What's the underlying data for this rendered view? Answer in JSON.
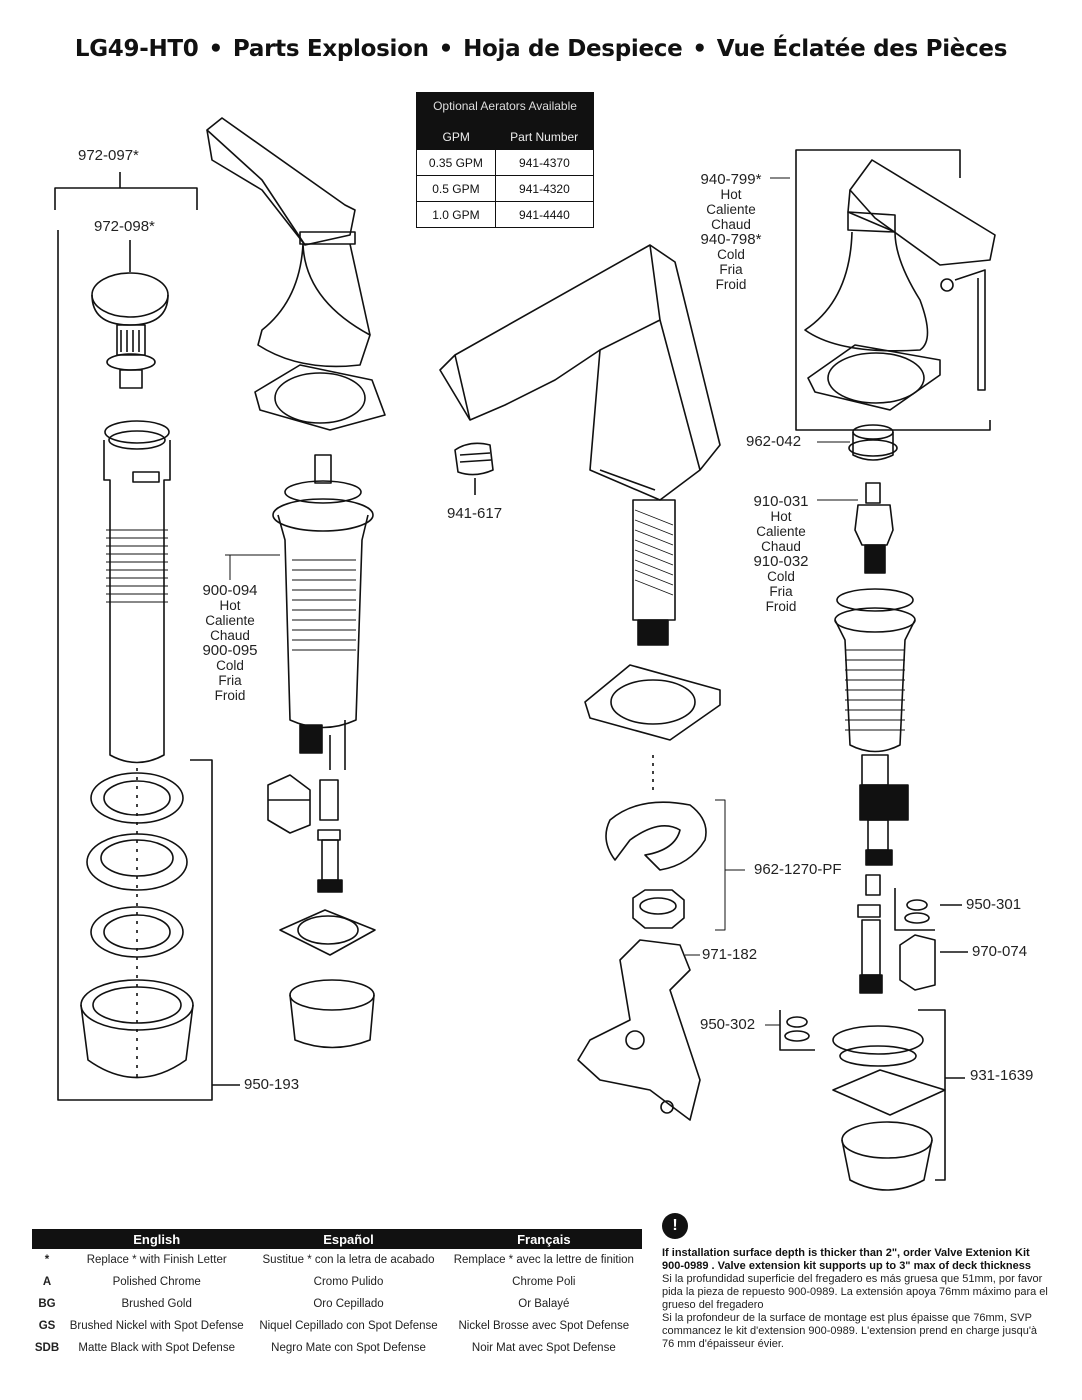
{
  "header": {
    "model": "LG49-HT0",
    "t1": "Parts Explosion",
    "t2": "Hoja de Despiece",
    "t3": "Vue Éclatée des Pièces"
  },
  "aerators": {
    "caption": "Optional Aerators Available",
    "col1": "GPM",
    "col2": "Part Number",
    "rows": [
      {
        "gpm": "0.35 GPM",
        "part": "941-4370"
      },
      {
        "gpm": "0.5 GPM",
        "part": "941-4320"
      },
      {
        "gpm": "1.0 GPM",
        "part": "941-4440"
      }
    ]
  },
  "callouts": {
    "p972_097": "972-097*",
    "p972_098": "972-098*",
    "p940_799": "940-799*",
    "p940_798": "940-798*",
    "p962_042": "962-042",
    "p910_031": "910-031",
    "p910_032": "910-032",
    "p941_617": "941-617",
    "p900_094": "900-094",
    "p900_095": "900-095",
    "p962_1270": "962-1270-PF",
    "p950_301": "950-301",
    "p970_074": "970-074",
    "p971_182": "971-182",
    "p950_302": "950-302",
    "p931_1639": "931-1639",
    "p950_193": "950-193",
    "hot": "Hot",
    "caliente": "Caliente",
    "chaud": "Chaud",
    "cold": "Cold",
    "fria": "Fria",
    "froid": "Froid"
  },
  "legend": {
    "headers": [
      "English",
      "Español",
      "Français"
    ],
    "rows": [
      {
        "code": "*",
        "en": "Replace * with Finish Letter",
        "es": "Sustitue * con la letra de acabado",
        "fr": "Remplace * avec la lettre de finition"
      },
      {
        "code": "A",
        "en": "Polished Chrome",
        "es": "Cromo Pulido",
        "fr": "Chrome Poli"
      },
      {
        "code": "BG",
        "en": "Brushed Gold",
        "es": "Oro Cepillado",
        "fr": "Or Balayé"
      },
      {
        "code": "GS",
        "en": "Brushed Nickel with Spot Defense",
        "es": "Niquel Cepillado con Spot Defense",
        "fr": "Nickel Brosse avec Spot Defense"
      },
      {
        "code": "SDB",
        "en": "Matte Black with Spot Defense",
        "es": "Negro Mate con Spot Defense",
        "fr": "Noir Mat avec Spot Defense"
      }
    ]
  },
  "note": {
    "icon": "!",
    "bold": "If installation surface depth is thicker than 2\", order Valve Extenion Kit 900-0989 . Valve extension kit supports up to 3\" max of deck thickness",
    "es": "Si la profundidad superficie del fregadero es más gruesa que 51mm, por favor pida la pieza de repuesto 900-0989. La extensión apoya 76mm máximo para el grueso del fregadero",
    "fr": "Si la profondeur de la surface de montage est plus épaisse que 76mm, SVP commancez le kit d'extension 900-0989. L'extension prend en charge jusqu'à 76 mm d'épaisseur évier."
  }
}
